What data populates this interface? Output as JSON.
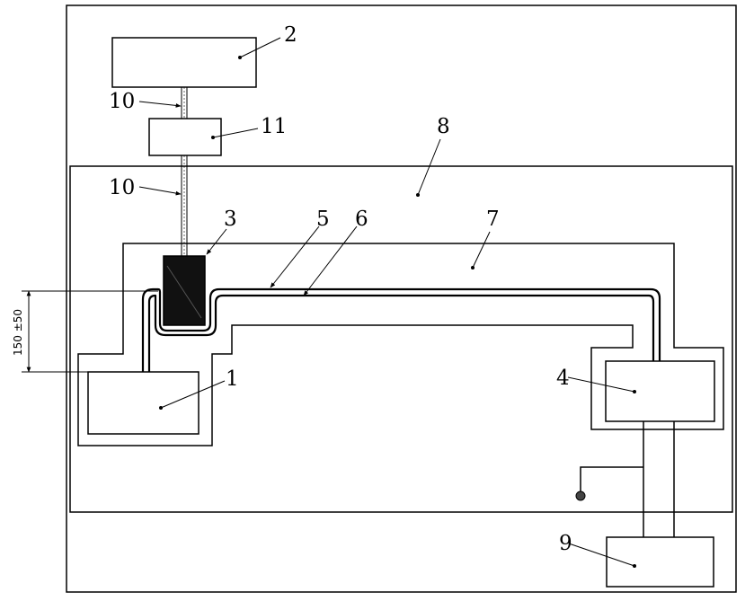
{
  "labels": {
    "n1": "1",
    "n2": "2",
    "n3": "3",
    "n4": "4",
    "n5": "5",
    "n6": "6",
    "n7": "7",
    "n8": "8",
    "n9": "9",
    "n10a": "10",
    "n10b": "10",
    "n11": "11"
  },
  "dimension": {
    "text": "150 ±50"
  },
  "colors": {
    "line": "#000000",
    "fill_block": "#111111",
    "background": "#ffffff"
  }
}
